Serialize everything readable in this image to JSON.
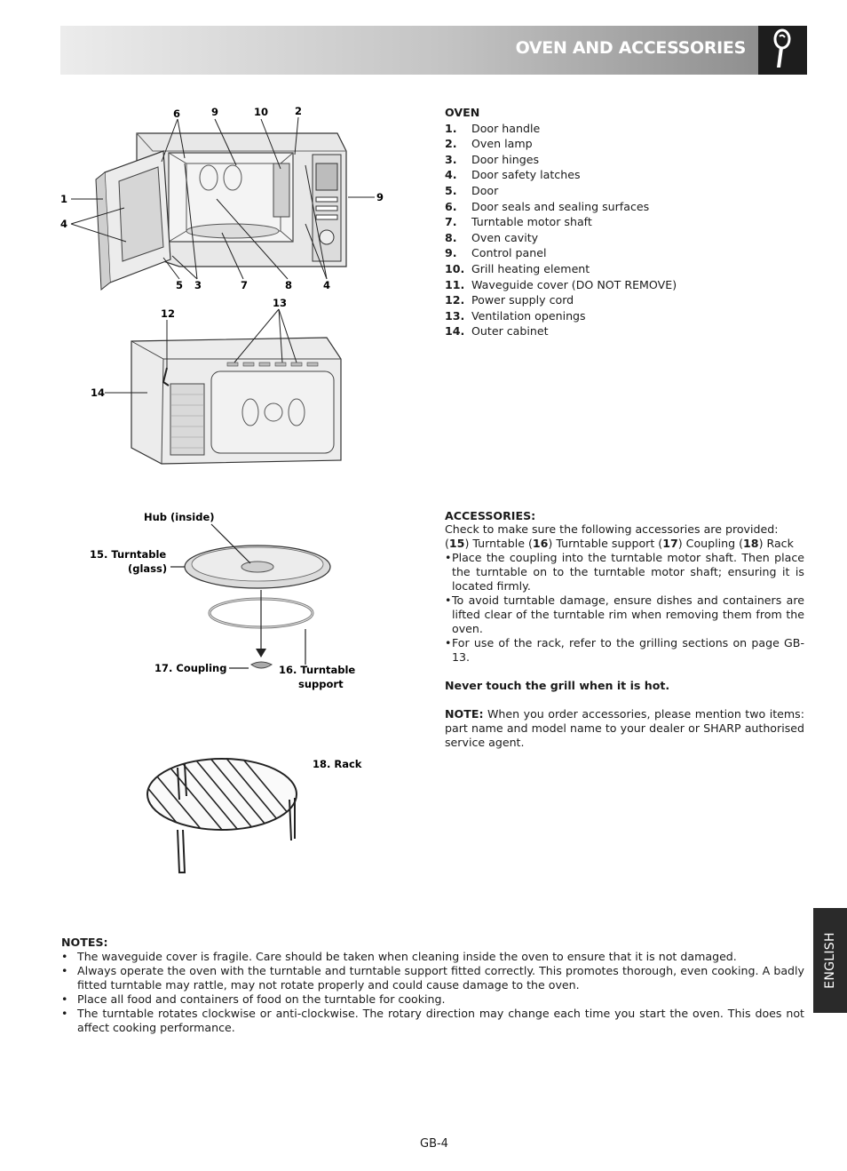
{
  "header": {
    "title": "OVEN AND ACCESSORIES",
    "icon": "magnifier-hand-icon"
  },
  "oven": {
    "heading": "OVEN",
    "items": [
      {
        "num": "1.",
        "label": "Door handle"
      },
      {
        "num": "2.",
        "label": "Oven lamp"
      },
      {
        "num": "3.",
        "label": "Door hinges"
      },
      {
        "num": "4.",
        "label": "Door safety latches"
      },
      {
        "num": "5.",
        "label": "Door"
      },
      {
        "num": "6.",
        "label": "Door seals and sealing surfaces"
      },
      {
        "num": "7.",
        "label": "Turntable motor shaft"
      },
      {
        "num": "8.",
        "label": "Oven cavity"
      },
      {
        "num": "9.",
        "label": "Control panel"
      },
      {
        "num": "10.",
        "label": "Grill heating element"
      },
      {
        "num": "11.",
        "label": "Waveguide cover (DO NOT REMOVE)"
      },
      {
        "num": "12.",
        "label": "Power supply cord"
      },
      {
        "num": "13.",
        "label": "Ventilation openings"
      },
      {
        "num": "14.",
        "label": "Outer cabinet"
      }
    ]
  },
  "diagram_front_labels": {
    "l6": "6",
    "l9": "9",
    "l10": "10",
    "l2": "2",
    "l1": "1",
    "l4a": "4",
    "l9r": "9",
    "l5": "5",
    "l3": "3",
    "l7": "7",
    "l8": "8",
    "l4b": "4"
  },
  "diagram_back_labels": {
    "l12": "12",
    "l13": "13",
    "l14": "14"
  },
  "diagram_turntable_labels": {
    "hub": "Hub (inside)",
    "turntable_line1": "15. Turntable",
    "turntable_line2": "(glass)",
    "coupling": "17. Coupling",
    "support_line1": "16. Turntable",
    "support_line2": "support"
  },
  "diagram_rack_label": "18. Rack",
  "accessories": {
    "heading": "ACCESSORIES:",
    "intro": "Check to make sure the following accessories are provided:",
    "list_parts": {
      "p1": "(",
      "n15": "15",
      "p2": ") Turntable (",
      "n16": "16",
      "p3": ") Turntable support (",
      "n17": "17",
      "p4": ") Coupling (",
      "n18": "18",
      "p5": ") Rack"
    },
    "bullets": [
      "Place the coupling into the turntable motor shaft. Then place the turntable on to the turntable motor shaft; ensuring it is located firmly.",
      "To avoid turntable damage, ensure dishes and containers are lifted clear of the turntable rim when removing them from the oven.",
      "For use of the rack, refer to the grilling sections on page GB-13."
    ],
    "warning": "Never touch the grill when it is hot.",
    "note_label": "NOTE:",
    "note_text": " When you order accessories, please mention two items: part name and model name to your dealer or SHARP authorised service agent."
  },
  "notes": {
    "heading": "NOTES:",
    "items": [
      "The waveguide cover is fragile. Care should be taken when cleaning inside the oven to ensure that it is not damaged.",
      "Always operate the oven with the turntable and turntable support fitted correctly. This promotes thorough, even cooking. A badly fitted turntable may rattle, may not rotate properly and could cause damage to the oven.",
      "Place all food and containers of food on the turntable for cooking.",
      "The turntable rotates clockwise or anti-clockwise. The rotary direction may change each time you start the oven. This does not affect cooking performance."
    ]
  },
  "side_tab": "ENGLISH",
  "page_number": "GB-4"
}
